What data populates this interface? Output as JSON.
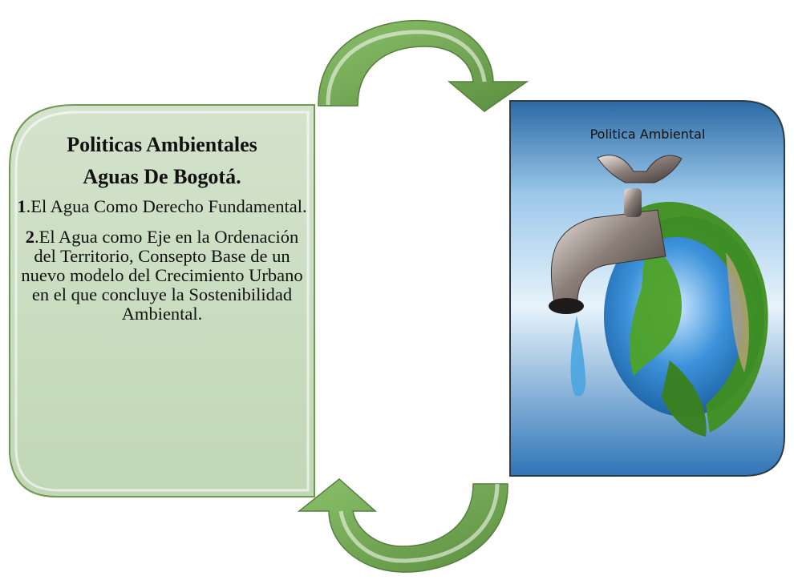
{
  "left_card": {
    "title_line_1": "Politicas Ambientales",
    "title_line_2": "Aguas De Bogotá.",
    "item_1_number": "1",
    "item_1_text": ".El Agua Como Derecho Fundamental.",
    "item_2_number": "2",
    "item_2_text": ".El Agua como Eje en la Ordenación del Territorio, Consepto Base de un nuevo modelo del Crecimiento Urbano en el que concluye la Sostenibilidad Ambiental."
  },
  "right_card": {
    "label": "Politica Ambiental"
  },
  "colors": {
    "card_fill": "#c8dbbf",
    "card_border": "#6f9a52",
    "arrow_fill": "#6fa34f",
    "sky_top": "#1f66a8",
    "sky_mid": "#cfe7f7",
    "globe_green": "#3f8f1f",
    "water_blue": "#4aa5df"
  }
}
